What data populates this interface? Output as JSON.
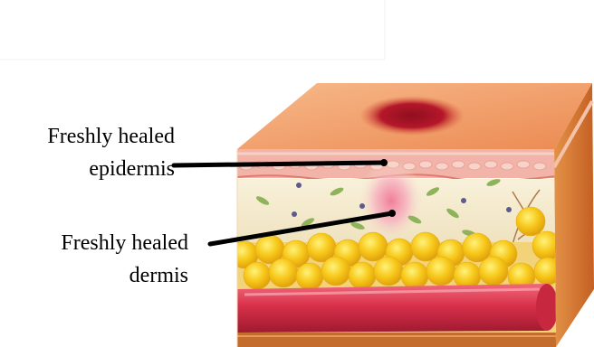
{
  "labels": {
    "epidermis": {
      "line1": "Freshly healed",
      "line2": "epidermis"
    },
    "dermis": {
      "line1": "Freshly healed",
      "line2": "dermis"
    }
  },
  "colors": {
    "top_surface": "#f3a36e",
    "wound": "#b5172a",
    "epidermis_layer": "#f2b3a8",
    "dermis_layer": "#f6ecd1",
    "fat_cells": "#f7c81a",
    "blood_vessel": "#d9304a",
    "side_face": "#d9772f",
    "callout_line": "#000000"
  },
  "icons": [
    "skin-cross-section",
    "blood-vessel",
    "fat-cells",
    "wound-area"
  ]
}
